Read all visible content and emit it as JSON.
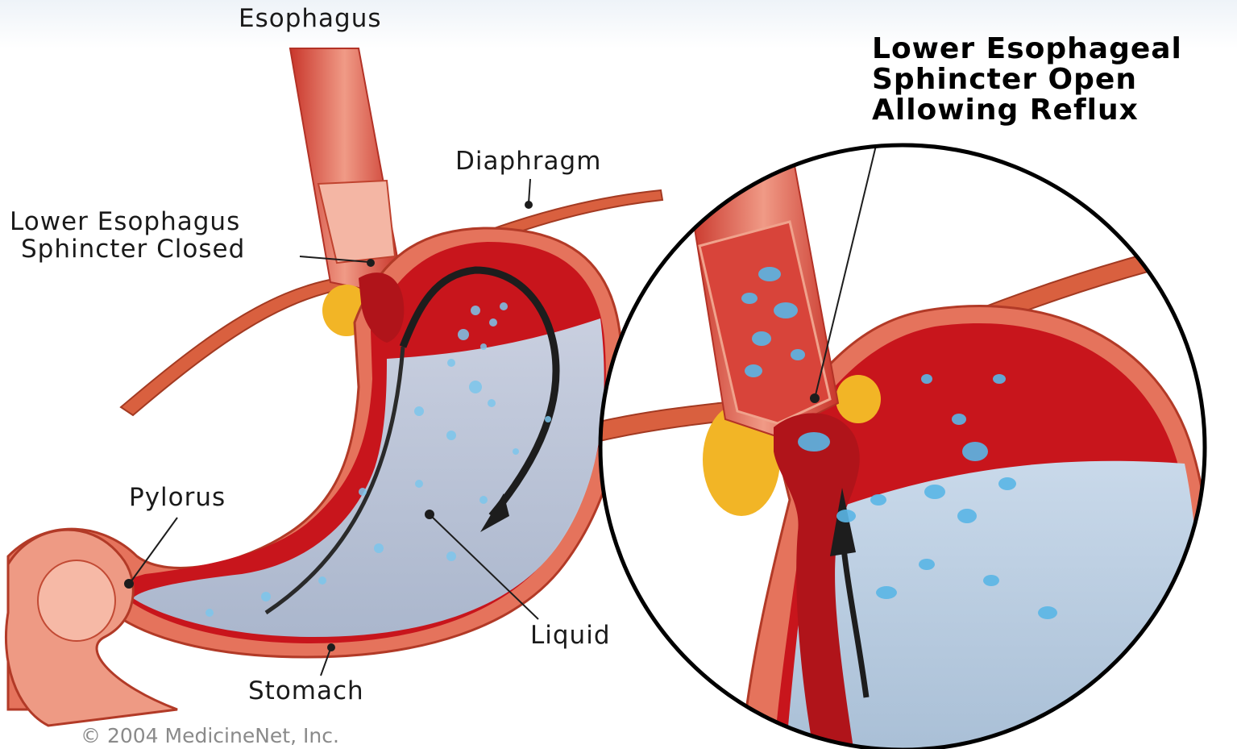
{
  "labels": {
    "esophagus": "Esophagus",
    "diaphragm": "Diaphragm",
    "les_closed": [
      "Lower Esophagus",
      "Sphincter Closed"
    ],
    "pylorus": "Pylorus",
    "liquid": "Liquid",
    "stomach": "Stomach",
    "les_open": [
      "Lower Esophageal",
      "Sphincter Open",
      "Allowing Reflux"
    ]
  },
  "copyright": "© 2004 MedicineNet, Inc.",
  "colors": {
    "tissue_red": "#c8151c",
    "tissue_dark": "#9e0d12",
    "muscle_salmon": "#e88068",
    "fat_yellow": "#f2b526",
    "liquid_blue": "#b9cde0",
    "droplet_blue": "#5ab6e6",
    "circle_outline": "#000000"
  }
}
